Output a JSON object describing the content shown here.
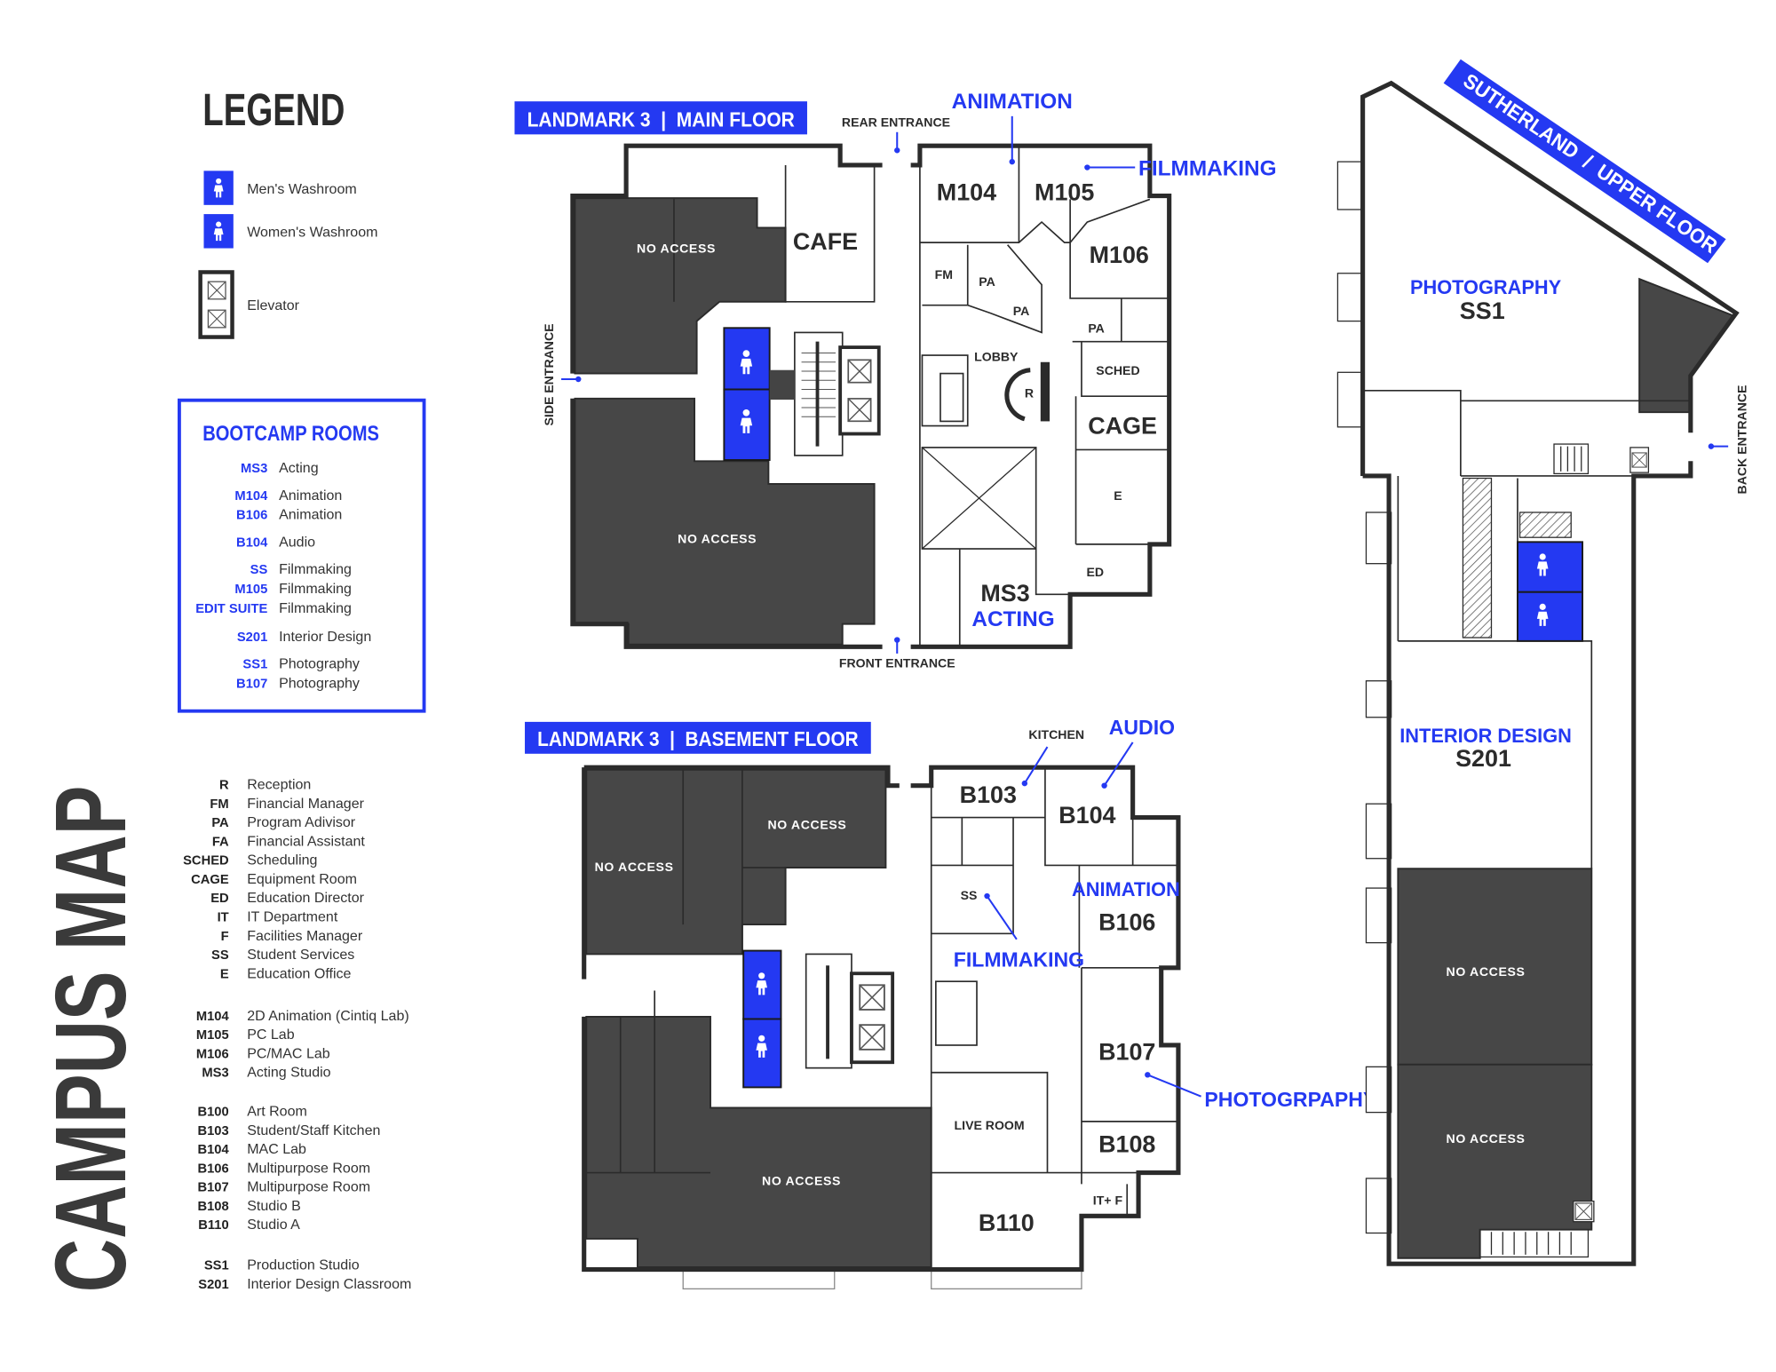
{
  "colors": {
    "accent": "#2439f2",
    "no_access": "#474747",
    "wall": "#2b2b2b"
  },
  "legend": {
    "title": "LEGEND",
    "items": [
      {
        "icon": "mens-washroom-icon",
        "label": "Men's Washroom"
      },
      {
        "icon": "womens-washroom-icon",
        "label": "Women's Washroom"
      },
      {
        "icon": "elevator-icon",
        "label": "Elevator"
      }
    ]
  },
  "bootcamp": {
    "title": "BOOTCAMP ROOMS",
    "rooms": [
      {
        "code": "MS3",
        "label": "Acting"
      },
      {
        "code": "M104",
        "label": "Animation"
      },
      {
        "code": "B106",
        "label": "Animation"
      },
      {
        "code": "B104",
        "label": "Audio"
      },
      {
        "code": "SS",
        "label": "Filmmaking"
      },
      {
        "code": "M105",
        "label": "Filmmaking"
      },
      {
        "code": "EDIT SUITE",
        "label": "Filmmaking"
      },
      {
        "code": "S201",
        "label": "Interior Design"
      },
      {
        "code": "SS1",
        "label": "Photography"
      },
      {
        "code": "B107",
        "label": "Photography"
      }
    ]
  },
  "abbreviation_groups": [
    [
      {
        "code": "R",
        "label": "Reception"
      },
      {
        "code": "FM",
        "label": "Financial Manager"
      },
      {
        "code": "PA",
        "label": "Program Adivisor"
      },
      {
        "code": "FA",
        "label": "Financial Assistant"
      },
      {
        "code": "SCHED",
        "label": "Scheduling"
      },
      {
        "code": "CAGE",
        "label": "Equipment Room"
      },
      {
        "code": "ED",
        "label": "Education Director"
      },
      {
        "code": "IT",
        "label": "IT Department"
      },
      {
        "code": "F",
        "label": "Facilities Manager"
      },
      {
        "code": "SS",
        "label": "Student Services"
      },
      {
        "code": "E",
        "label": "Education Office"
      }
    ],
    [
      {
        "code": "M104",
        "label": "2D Animation (Cintiq Lab)"
      },
      {
        "code": "M105",
        "label": "PC Lab"
      },
      {
        "code": "M106",
        "label": "PC/MAC Lab"
      },
      {
        "code": "MS3",
        "label": "Acting Studio"
      }
    ],
    [
      {
        "code": "B100",
        "label": "Art Room"
      },
      {
        "code": "B103",
        "label": "Student/Staff Kitchen"
      },
      {
        "code": "B104",
        "label": "MAC Lab"
      },
      {
        "code": "B106",
        "label": "Multipurpose Room"
      },
      {
        "code": "B107",
        "label": "Multipurpose Room"
      },
      {
        "code": "B108",
        "label": "Studio B"
      },
      {
        "code": "B110",
        "label": "Studio A"
      }
    ],
    [
      {
        "code": "SS1",
        "label": "Production Studio"
      },
      {
        "code": "S201",
        "label": "Interior Design Classroom"
      }
    ]
  ],
  "vertical_title": "CAMPUS MAP",
  "main_floor": {
    "title": "LANDMARK 3  |  MAIN FLOOR",
    "rear_entrance": "REAR ENTRANCE",
    "front_entrance": "FRONT ENTRANCE",
    "side_entrance": "SIDE ENTRANCE",
    "no_access": "NO ACCESS",
    "cafe": "CAFE",
    "m104": "M104",
    "m105": "M105",
    "m106": "M106",
    "fm": "FM",
    "pa": "PA",
    "lobby": "LOBBY",
    "r": "R",
    "sched": "SCHED",
    "cage": "CAGE",
    "e": "E",
    "ed": "ED",
    "ms3": "MS3",
    "animation": "ANIMATION",
    "filmmaking": "FILMMAKING",
    "acting": "ACTING"
  },
  "basement": {
    "title": "LANDMARK 3  |  BASEMENT FLOOR",
    "no_access": "NO ACCESS",
    "kitchen": "KITCHEN",
    "audio": "AUDIO",
    "b103": "B103",
    "b104": "B104",
    "ss": "SS",
    "animation": "ANIMATION",
    "b106": "B106",
    "filmmaking": "FILMMAKING",
    "b107": "B107",
    "photography": "PHOTOGRPAPHY",
    "live_room": "LIVE ROOM",
    "b108": "B108",
    "itf": "IT+ F",
    "b110": "B110"
  },
  "sutherland": {
    "title": "SUTHERLAND  /  UPPER FLOOR",
    "photography": "PHOTOGRAPHY",
    "ss1": "SS1",
    "interior_design": "INTERIOR DESIGN",
    "s201": "S201",
    "no_access": "NO ACCESS",
    "back_entrance": "BACK ENTRANCE"
  }
}
